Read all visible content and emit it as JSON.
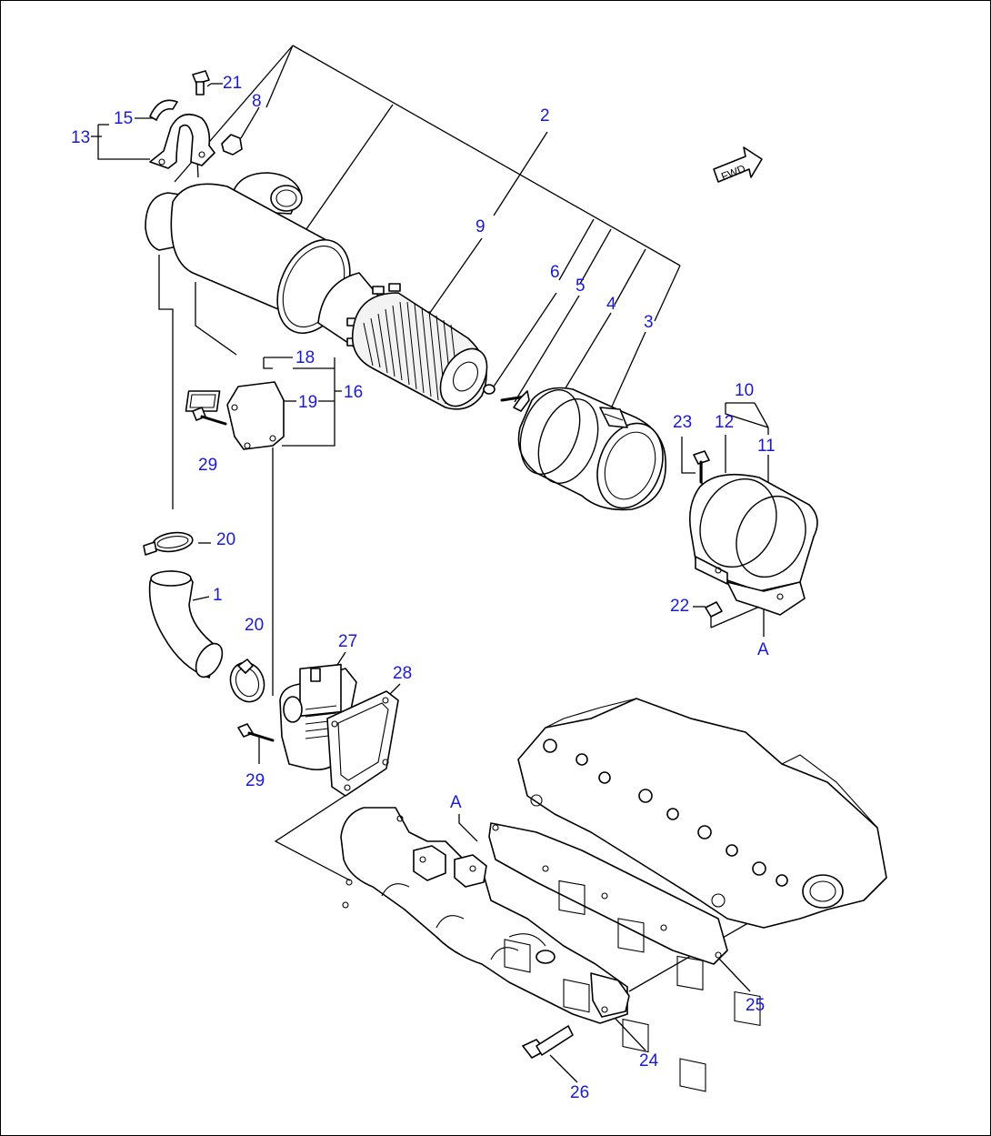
{
  "diagram": {
    "direction_tag": "FWD",
    "callouts": {
      "n1": "1",
      "n2": "2",
      "n3": "3",
      "n4": "4",
      "n5": "5",
      "n6": "6",
      "n8": "8",
      "n9": "9",
      "n10": "10",
      "n11": "11",
      "n12": "12",
      "n13": "13",
      "n15": "15",
      "n16": "16",
      "n18": "18",
      "n19": "19",
      "n20a": "20",
      "n20b": "20",
      "n21": "21",
      "n22": "22",
      "n23": "23",
      "n24": "24",
      "n25": "25",
      "n26": "26",
      "n27": "27",
      "n28": "28",
      "n29a": "29",
      "n29b": "29",
      "refA1": "A",
      "refA2": "A"
    },
    "label_color": "#1a1ad6",
    "line_color": "#000000"
  }
}
